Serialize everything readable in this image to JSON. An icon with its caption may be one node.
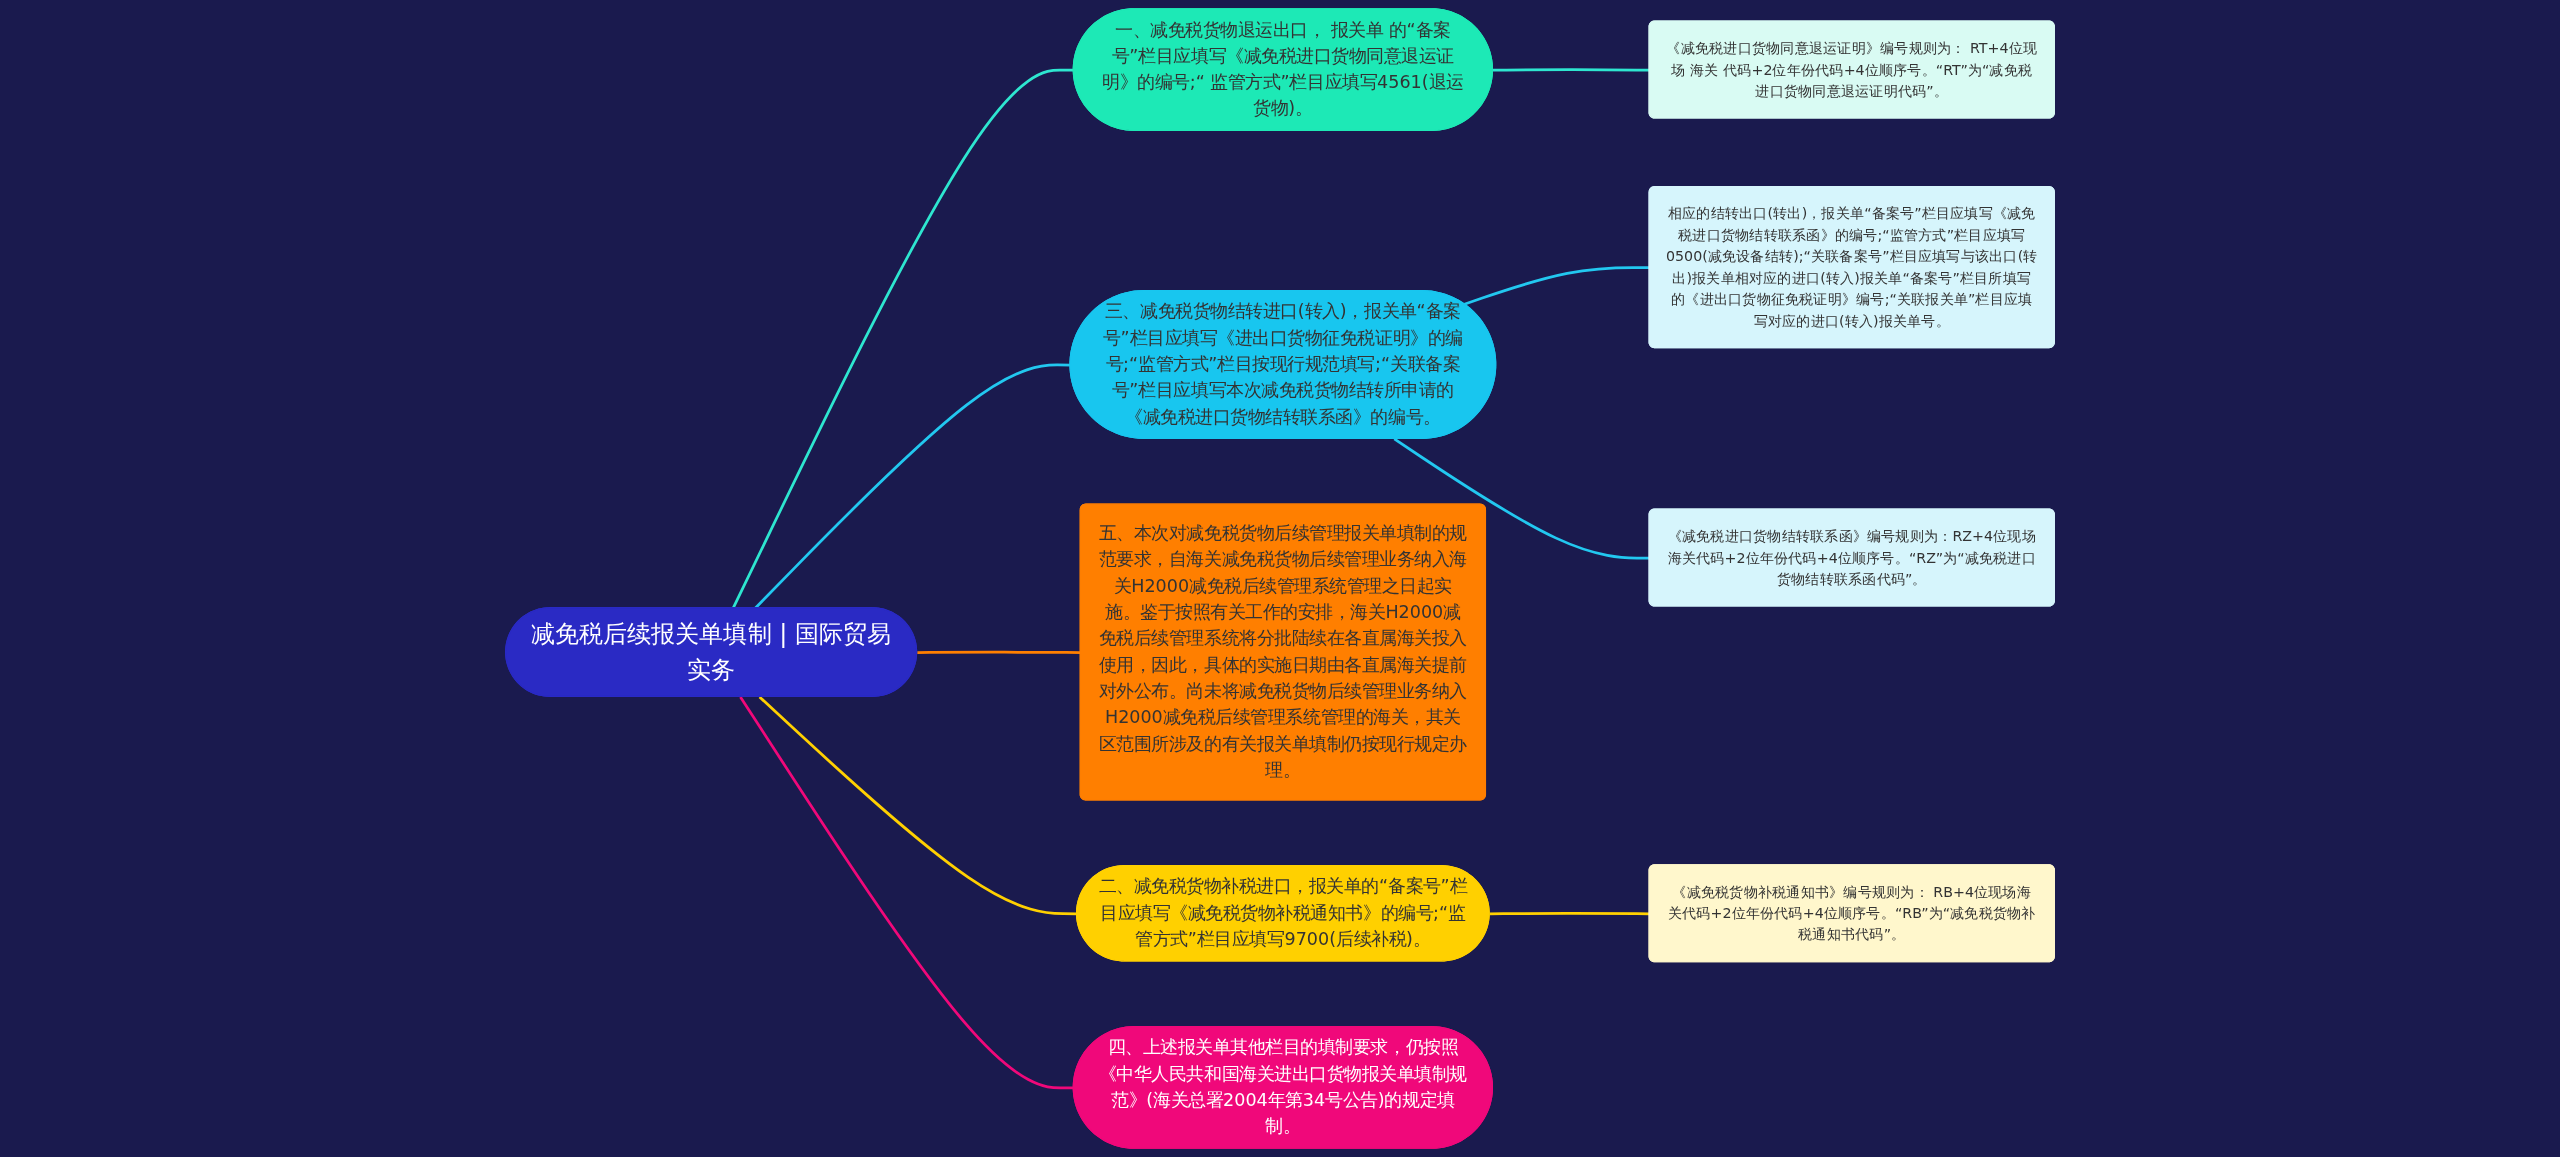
{
  "diagram": {
    "nodes": [
      {
        "text": [
          "减免税后续报关单填制 | 国际贸易实务"
        ]
      },
      {
        "text": [
          "一、减免税货物退运出口， 报关单 的“备案号”栏目应填写《减免税进口货物同意退运证明》的编号;“ 监管方式”栏目应填写4561(退运货物)。"
        ]
      },
      {
        "text": [
          "《减免税进口货物同意退运证明》编号规则为： RT+4位现场 海关 代码+2位年份代码+4位顺序号。“RT”为“减免税进口货物同意退运证明代码”。"
        ]
      },
      {
        "text": [
          "三、减免税货物结转进口(转入)，报关单“备案号”栏目应填写《进出口货物征免税证明》的编号;“监管方式”栏目按现行规范填写;“关联备案号”栏目应填写本次减免税货物结转所申请的《减免税进口货物结转联系函》的编号。"
        ]
      },
      {
        "text": [
          "相应的结转出口(转出)，报关单“备案号”栏目应填写《减免税进口货物结转联系函》的编号;“监管方式”栏目应填写0500(减免设备结转);“关联备案号”栏目应填写与该出口(转出)报关单相对应的进口(转入)报关单“备案号”栏目所填写的《进出口货物征免税证明》编号;“关联报关单”栏目应填写对应的进口(转入)报关单号。"
        ]
      },
      {
        "text": [
          "《减免税进口货物结转联系函》编号规则为：RZ+4位现场海关代码+2位年份代码+4位顺序号。“RZ”为“减免税进口货物结转联系函代码”。"
        ]
      },
      {
        "text": [
          "五、本次对减免税货物后续管理报关单填制的规范要求，自海关减免税货物后续管理业务纳入海关H2000减免税后续管理系统管理之日起实施。鉴于按照有关工作的安排，海关H2000减免税后续管理系统将分批陆续在各直属海关投入使用，因此，具体的实施日期由各直属海关提前对外公布。尚未将减免税货物后续管理业务纳入H2000减免税后续管理系统管理的海关，其关区范围所涉及的有关报关单填制仍按现行规定办理。"
        ]
      },
      {
        "text": [
          "二、减免税货物补税进口，报关单的“备案号”栏目应填写《减免税货物补税通知书》的编号;“监管方式”栏目应填写9700(后续补税)。"
        ]
      },
      {
        "text": [
          "《减免税货物补税通知书》编号规则为： RB+4位现场海关代码+2位年份代码+4位顺序号。“RB”为“减免税货物补税通知书代码”。"
        ]
      },
      {
        "text": [
          "四、上述报关单其他栏目的填制要求，仍按照《中华人民共和国海关进出口货物报关单填制规范》(海关总署2004年第34号公告)的规定填制。"
        ]
      }
    ],
    "edges": [
      {
        "from": 0,
        "to": 1,
        "arrow": "none",
        "color": "#2ee6d0"
      },
      {
        "from": 1,
        "to": 2,
        "arrow": "none",
        "color": "#2ee6d0"
      },
      {
        "from": 0,
        "to": 3,
        "arrow": "none",
        "color": "#22c8f0"
      },
      {
        "from": 3,
        "to": 4,
        "arrow": "none",
        "color": "#22c8f0"
      },
      {
        "from": 3,
        "to": 5,
        "arrow": "none",
        "color": "#22c8f0"
      },
      {
        "from": 0,
        "to": 6,
        "arrow": "none",
        "color": "#ff7f00"
      },
      {
        "from": 0,
        "to": 7,
        "arrow": "none",
        "color": "#ffd000"
      },
      {
        "from": 7,
        "to": 8,
        "arrow": "none",
        "color": "#ffd000"
      },
      {
        "from": 0,
        "to": 9,
        "arrow": "none",
        "color": "#f0087a"
      }
    ]
  }
}
